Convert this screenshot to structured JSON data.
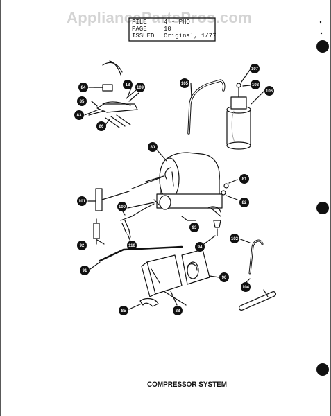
{
  "watermark": "AppliancePartsPros.com",
  "header": {
    "file_label": "FILE",
    "file_value": "4 - PHO",
    "page_label": "PAGE",
    "page_value": "10",
    "issued_label": "ISSUED",
    "issued_value": "Original, 1/77"
  },
  "caption": "COMPRESSOR SYSTEM",
  "callouts": [
    {
      "id": "c84",
      "label": "84"
    },
    {
      "id": "c85",
      "label": "85"
    },
    {
      "id": "c83",
      "label": "83"
    },
    {
      "id": "c86",
      "label": "86"
    },
    {
      "id": "c18",
      "label": "18"
    },
    {
      "id": "c109",
      "label": "109"
    },
    {
      "id": "c105",
      "label": "105"
    },
    {
      "id": "c107",
      "label": "107"
    },
    {
      "id": "c108",
      "label": "108"
    },
    {
      "id": "c106",
      "label": "106"
    },
    {
      "id": "c80",
      "label": "80"
    },
    {
      "id": "c81",
      "label": "81"
    },
    {
      "id": "c82",
      "label": "82"
    },
    {
      "id": "c101",
      "label": "101"
    },
    {
      "id": "c100",
      "label": "100"
    },
    {
      "id": "c93",
      "label": "93"
    },
    {
      "id": "c92",
      "label": "92"
    },
    {
      "id": "c110",
      "label": "110"
    },
    {
      "id": "c94",
      "label": "94"
    },
    {
      "id": "c102",
      "label": "102"
    },
    {
      "id": "c91",
      "label": "91"
    },
    {
      "id": "c90",
      "label": "90"
    },
    {
      "id": "c104",
      "label": "104"
    },
    {
      "id": "c85b",
      "label": "85"
    },
    {
      "id": "c88",
      "label": "88"
    }
  ]
}
